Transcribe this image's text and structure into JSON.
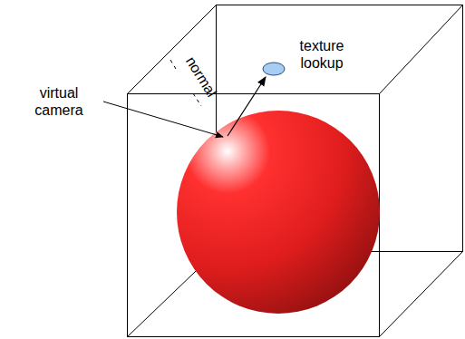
{
  "diagram": {
    "labels": [
      "virtual camera",
      "normal",
      "texture lookup"
    ]
  }
}
